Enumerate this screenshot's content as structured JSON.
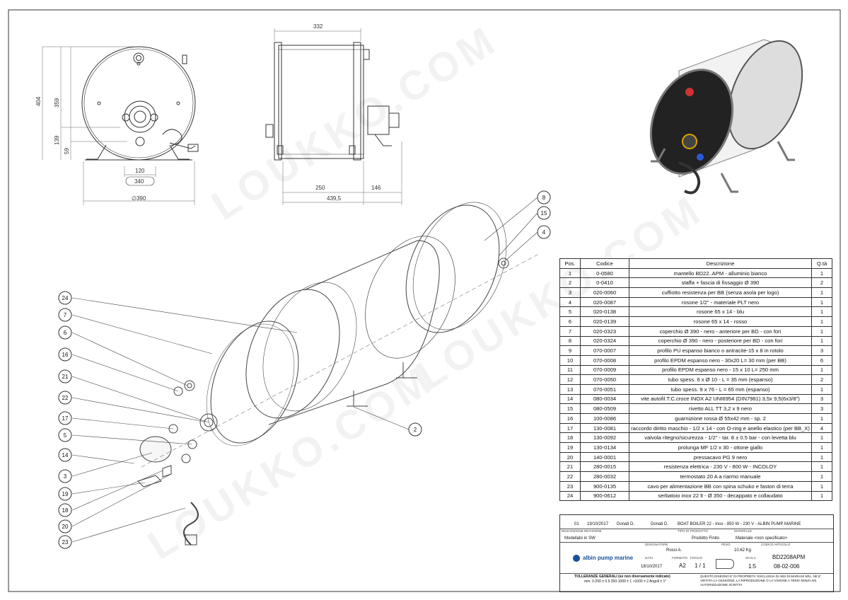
{
  "dimensions": {
    "front_height_total": "404",
    "front_height_mid": "359",
    "front_139": "139",
    "front_59": "59",
    "front_120": "120",
    "front_340": "340",
    "front_diam": "∅390",
    "side_332": "332",
    "side_250": "250",
    "side_146": "146",
    "side_439": "439,5"
  },
  "callouts": [
    "24",
    "7",
    "6",
    "16",
    "21",
    "22",
    "17",
    "5",
    "14",
    "3",
    "19",
    "18",
    "20",
    "23",
    "8",
    "15",
    "4",
    "2"
  ],
  "watermark": "LOUKKO.COM",
  "bom": {
    "headers": {
      "pos": "Pos.",
      "code": "Codice",
      "desc": "Descrizione",
      "qty": "Q.tà"
    },
    "rows": [
      {
        "pos": "1",
        "code": "0-0580",
        "desc": "mantello BD22..APM - alluminio bianco",
        "qty": "1"
      },
      {
        "pos": "2",
        "code": "0-0410",
        "desc": "staffa + fascia di fissaggio Ø 390",
        "qty": "2"
      },
      {
        "pos": "3",
        "code": "020-0060",
        "desc": "cuffiotto resistenza per BB (senza asola per logo)",
        "qty": "1"
      },
      {
        "pos": "4",
        "code": "020-0087",
        "desc": "rosone 1/2\" - materiale PLT nero",
        "qty": "1"
      },
      {
        "pos": "5",
        "code": "020-0138",
        "desc": "rosone 65 x 14 - blu",
        "qty": "1"
      },
      {
        "pos": "6",
        "code": "020-0139",
        "desc": "rosone 65 x 14 - rosso",
        "qty": "1"
      },
      {
        "pos": "7",
        "code": "020-0323",
        "desc": "coperchio Ø 390 - nero - anteriore per BD - con fori",
        "qty": "1"
      },
      {
        "pos": "8",
        "code": "020-0324",
        "desc": "coperchio Ø 390 - nero - posteriore per BD - con fori",
        "qty": "1"
      },
      {
        "pos": "9",
        "code": "070-0007",
        "desc": "profilo PU espanso bianco o antracite-15 x 8 in rotolo",
        "qty": "3"
      },
      {
        "pos": "10",
        "code": "070-0008",
        "desc": "profilo EPDM espanso nero - 30x20 L= 30 mm (per BB)",
        "qty": "6"
      },
      {
        "pos": "11",
        "code": "070-0009",
        "desc": "profilo EPDM espanso nero - 15 x 10 L= 250 mm",
        "qty": "1"
      },
      {
        "pos": "12",
        "code": "070-0050",
        "desc": "tubo spess. 6 x Ø 10 - L = 35 mm (espanso)",
        "qty": "2"
      },
      {
        "pos": "13",
        "code": "070-0051",
        "desc": "tubo spess. 9 x 76 - L = 65 mm (espanso)",
        "qty": "1"
      },
      {
        "pos": "14",
        "code": "080-0034",
        "desc": "vite autofil.T.C.croce INOX A2 UNI6954 (DIN7981) 3,5x 9,5(6x3/8\")",
        "qty": "3"
      },
      {
        "pos": "15",
        "code": "080-0509",
        "desc": "rivetto ALL TT 3,2 x 9 nero",
        "qty": "3"
      },
      {
        "pos": "16",
        "code": "100-0086",
        "desc": "guarnizione rossa Ø 55x42 mm - sp. 2",
        "qty": "1"
      },
      {
        "pos": "17",
        "code": "130-0081",
        "desc": "raccordo diritto maschio - 1/2 x 14 - con O-ring e anello elastico (per BB_X)",
        "qty": "4"
      },
      {
        "pos": "18",
        "code": "130-0092",
        "desc": "valvola ritegno/sicurezza - 1/2\" - tar. 8 ± 0.5 bar - con levetta blu",
        "qty": "1"
      },
      {
        "pos": "19",
        "code": "130-0134",
        "desc": "prolunga MF 1/2 x 30 - ottone giallo",
        "qty": "1"
      },
      {
        "pos": "20",
        "code": "140-0001",
        "desc": "pressacavo PG 9 nero",
        "qty": "1"
      },
      {
        "pos": "21",
        "code": "280-0015",
        "desc": "resistenza elettrica - 230 V - 800 W - INCOLOY",
        "qty": "1"
      },
      {
        "pos": "22",
        "code": "280-0032",
        "desc": "termostato 20 A a riarmo manuale",
        "qty": "1"
      },
      {
        "pos": "23",
        "code": "900-0135",
        "desc": "cavo per alimentazione BB con spina schuko e faston di terra",
        "qty": "1"
      },
      {
        "pos": "24",
        "code": "900-0612",
        "desc": "serbatoio inox 22 lt - Ø 350 - decappato e collaudato",
        "qty": "1"
      }
    ]
  },
  "title_block": {
    "rev_no": "01",
    "rev_date": "19/10/2017",
    "rev_by": "Donati D.",
    "approved": "Donati D.",
    "description": "BOAT BOILER 22 - Inox - 850 W - 230 V - ALBIN PUMP MARINE",
    "lbl_desc_rev": "DESCRIZIONE REVISIONE",
    "lbl_tipo": "TIPO DI PRODOTTO",
    "lbl_materiale": "MATERIALE",
    "modello": "Modellato in SW",
    "prodotto": "Prodotto Finito",
    "materiale": "Materiale <non specificato>",
    "lbl_designer": "DESIGNATORE",
    "lbl_peso": "PESO",
    "lbl_codice": "CODICE ARTICOLO",
    "designer": "Rossi A.",
    "peso": "10.62 Kg",
    "codice": "BD2208APM",
    "codice2": "08-02-006",
    "lbl_data": "DATA",
    "lbl_formato": "FORMATO",
    "lbl_foglio": "FOGLIO",
    "lbl_scala": "SCALA",
    "data": "18/10/2017",
    "formato": "A2",
    "foglio": "1 / 1",
    "scala": "1:5",
    "logo": "albin pump marine",
    "tolleranze_title": "TOLLERANZE GENERALI (se non diversamente indicato)",
    "tolleranze": "mm. 0-250 ± 0.5   250-1000 ± 1   >1000 ± 2   Angoli ± 1°",
    "legal": "QUESTO DISEGNO E' DI PROPRIETA' ESCLUSIVA DI ABS DI MARIANI SRL, NE E' VIETATA LA CESSIONE, LA RIPRODUZIONE O LA VISIONE A TERZI SENZA NS. AUTORIZZAZIONE SCRITTA"
  }
}
